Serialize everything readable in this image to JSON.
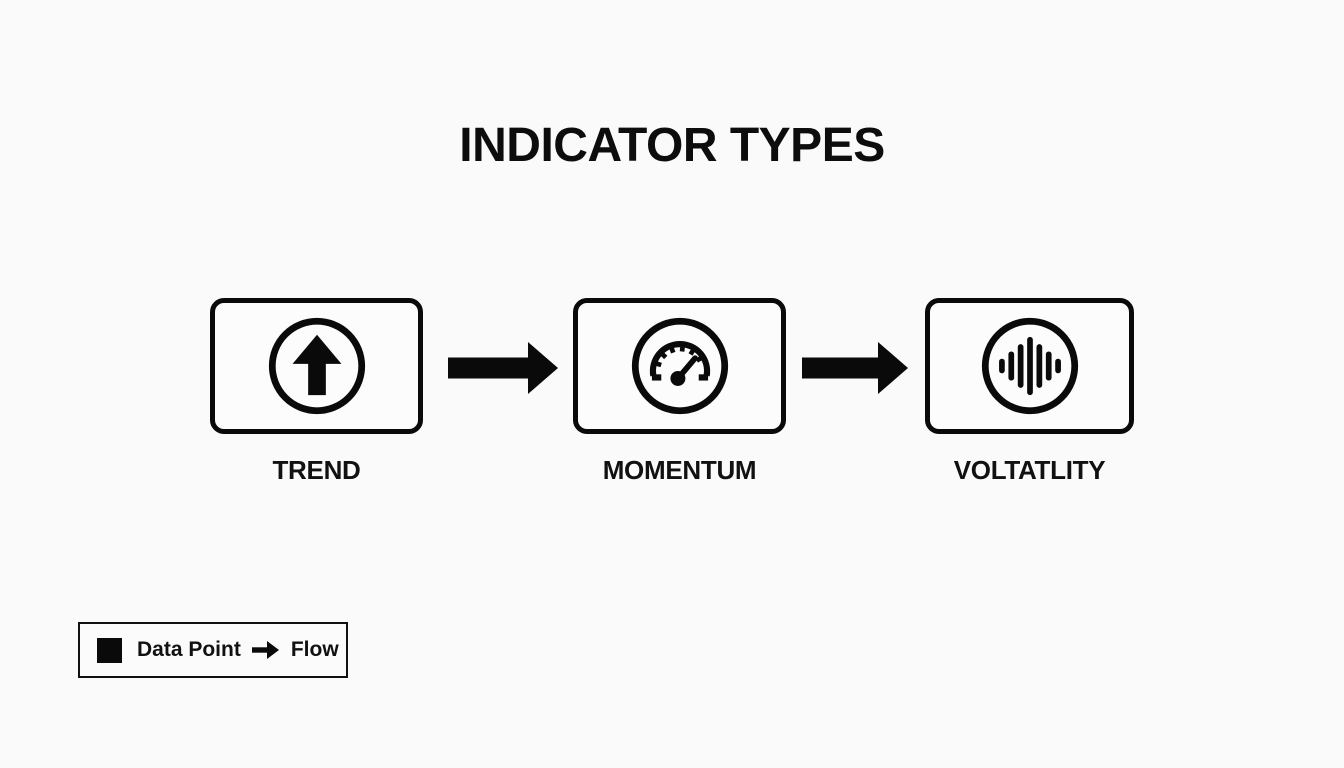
{
  "title": "INDICATOR TYPES",
  "nodes": [
    {
      "label": "TREND",
      "icon": "trend-up-circle-icon"
    },
    {
      "label": "MOMENTUM",
      "icon": "gauge-icon"
    },
    {
      "label": "VOLTATLITY",
      "icon": "waveform-circle-icon"
    }
  ],
  "connectors": [
    {
      "from": "TREND",
      "to": "MOMENTUM",
      "icon": "flow-arrow-icon"
    },
    {
      "from": "MOMENTUM",
      "to": "VOLTATLITY",
      "icon": "flow-arrow-icon"
    }
  ],
  "legend": {
    "square_icon": "data-point-square-icon",
    "square_label": "Data Point",
    "arrow_icon": "flow-arrow-small-icon",
    "arrow_label": "Flow"
  },
  "colors": {
    "background": "#fafafa",
    "foreground": "#0a0a0a",
    "box_fill": "#fcfcfc"
  }
}
